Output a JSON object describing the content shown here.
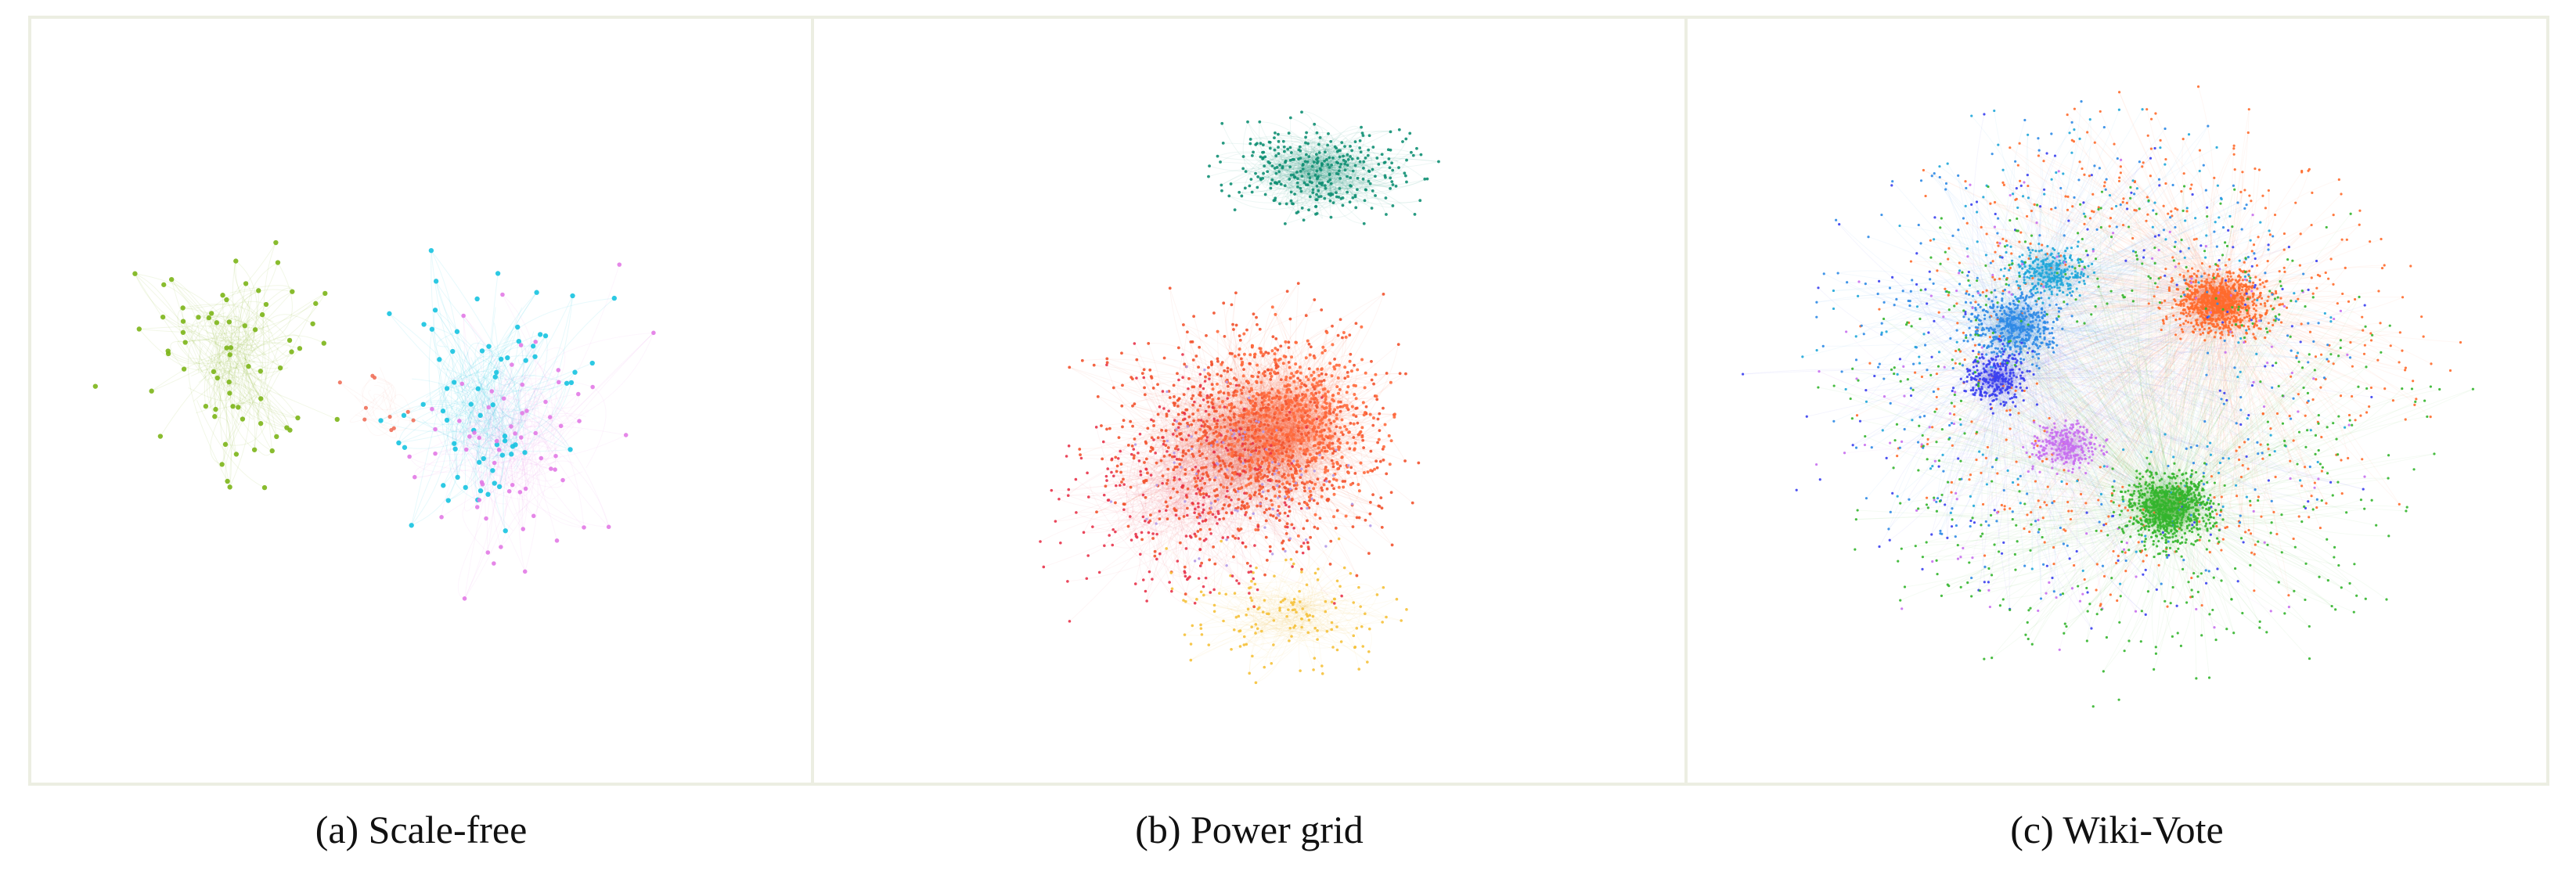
{
  "figure": {
    "panels": [
      {
        "id": "a",
        "caption": "(a) Scale-free",
        "style": "sparse",
        "communities": [
          {
            "color": "#7cb518"
          },
          {
            "color": "#16c3e0"
          },
          {
            "color": "#e27ae6"
          },
          {
            "color": "#f0705a"
          }
        ]
      },
      {
        "id": "b",
        "caption": "(b) Power grid",
        "style": "dense",
        "communities": [
          {
            "color": "#f2522e"
          },
          {
            "color": "#ff6a3d"
          },
          {
            "color": "#0f8f73"
          },
          {
            "color": "#f5c13a"
          },
          {
            "color": "#e8334a"
          },
          {
            "color": "#b49ae8"
          }
        ]
      },
      {
        "id": "c",
        "caption": "(c) Wiki-Vote",
        "style": "clustered",
        "communities": [
          {
            "color": "#ff6a2b"
          },
          {
            "color": "#2e8ae6"
          },
          {
            "color": "#1ea6d9"
          },
          {
            "color": "#3a3ff0"
          },
          {
            "color": "#c86ff0"
          },
          {
            "color": "#33b52c"
          }
        ]
      }
    ]
  }
}
